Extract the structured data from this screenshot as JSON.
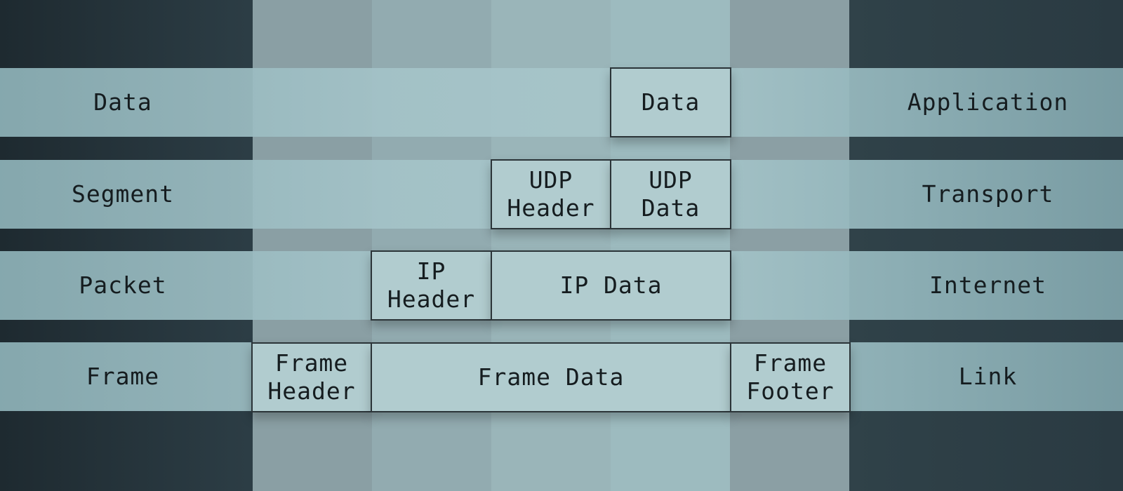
{
  "layers": [
    {
      "unit": "Data",
      "layer": "Application"
    },
    {
      "unit": "Segment",
      "layer": "Transport"
    },
    {
      "unit": "Packet",
      "layer": "Internet"
    },
    {
      "unit": "Frame",
      "layer": "Link"
    }
  ],
  "boxes": {
    "app_data": "Data",
    "udp_header": "UDP\nHeader",
    "udp_data": "UDP\nData",
    "ip_header": "IP\nHeader",
    "ip_data": "IP Data",
    "frame_header": "Frame\nHeader",
    "frame_data": "Frame Data",
    "frame_footer": "Frame\nFooter"
  },
  "colors": {
    "box_fill": "#b1cccf",
    "box_border": "#2b3438",
    "background": "#2c3d45"
  }
}
